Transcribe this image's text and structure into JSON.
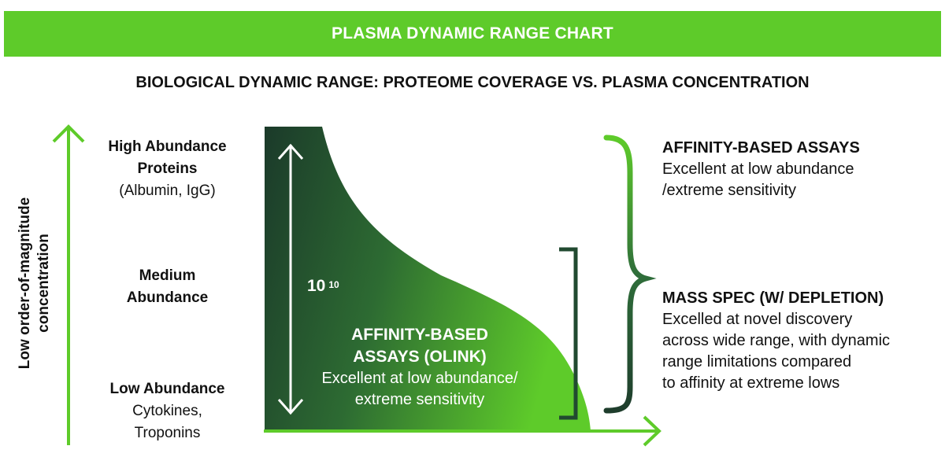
{
  "header": {
    "banner_title": "PLASMA DYNAMIC RANGE CHART",
    "subtitle": "BIOLOGICAL DYNAMIC RANGE: PROTEOME COVERAGE VS. PLASMA CONCENTRATION"
  },
  "axis": {
    "y_label_line1": "Low order-of-magnitude",
    "y_label_line2": "concentration"
  },
  "levels": {
    "high": {
      "title_line1": "High Abundance",
      "title_line2": "Proteins",
      "detail": "(Albumin, IgG)"
    },
    "medium": {
      "title_line1": "Medium",
      "title_line2": "Abundance"
    },
    "low": {
      "title": "Low Abundance",
      "detail_line1": "Cytokines,",
      "detail_line2": "Troponins"
    }
  },
  "chart": {
    "range_base": "10",
    "range_exponent": "10",
    "inner_title_line1": "AFFINITY-BASED",
    "inner_title_line2": "ASSAYS (OLINK)",
    "inner_desc_line1": "Excellent at low abundance/",
    "inner_desc_line2": "extreme sensitivity"
  },
  "methods": {
    "affinity": {
      "title": "AFFINITY-BASED ASSAYS",
      "desc_line1": "Excellent at low abundance",
      "desc_line2": "/extreme sensitivity"
    },
    "mass_spec": {
      "title": "MASS SPEC (W/ DEPLETION)",
      "desc_line1": "Excelled at novel discovery",
      "desc_line2": "across wide range, with dynamic",
      "desc_line3": "range limitations compared",
      "desc_line4": "to affinity at extreme lows"
    }
  },
  "colors": {
    "accent_green": "#5ecb2a",
    "dark_green": "#1e3d2c",
    "bracket_dark": "#214a30"
  }
}
